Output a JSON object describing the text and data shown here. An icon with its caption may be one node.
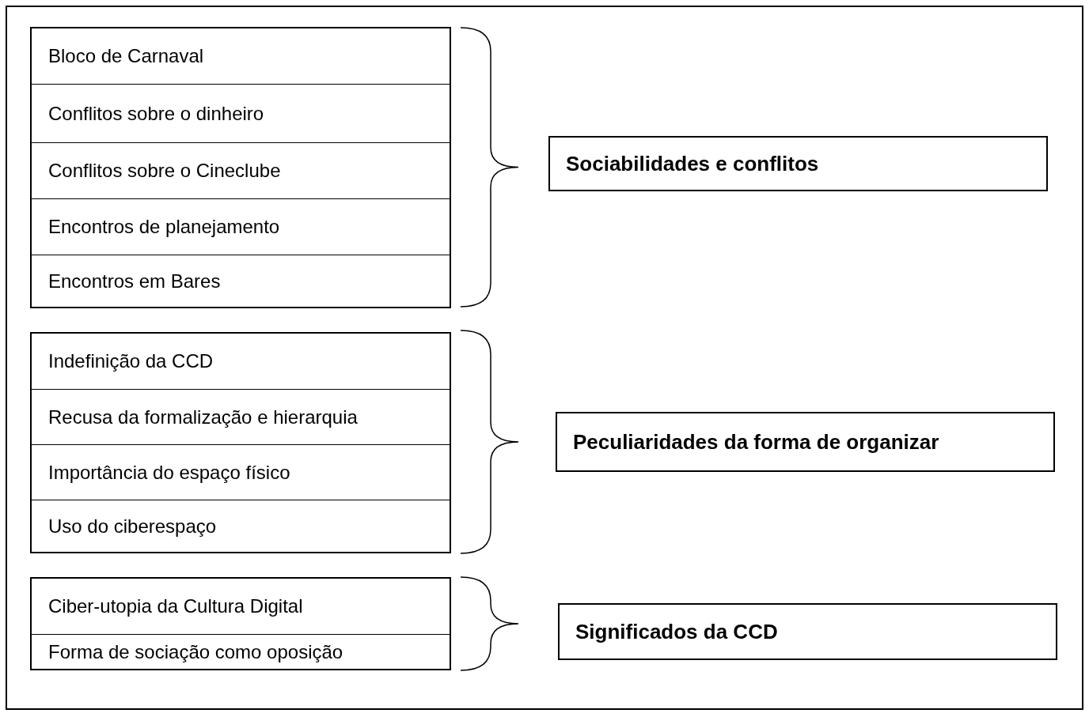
{
  "diagram": {
    "nodes": [
      {
        "text": [],
        "shape": "box"
      },
      {
        "text": [
          "Bloco de Carnaval"
        ],
        "in": 0
      },
      {
        "text": [
          "Conflitos sobre o dinheiro"
        ],
        "in": 0
      },
      {
        "text": [
          "Conflitos sobre o Cineclube"
        ],
        "in": 0
      },
      {
        "text": [
          "Encontros de planejamento"
        ],
        "in": 0
      },
      {
        "text": [
          "Encontros em Bares"
        ],
        "in": 0
      },
      {
        "text": [
          "Sociabilidades e conflitos"
        ]
      },
      {
        "text": [],
        "shape": "box"
      },
      {
        "text": [
          "Indefinição da CCD"
        ],
        "in": 7
      },
      {
        "text": [
          "Recusa da formalização e hierarquia"
        ],
        "in": 7
      },
      {
        "text": [
          "Importância do espaço físico"
        ],
        "in": 7
      },
      {
        "text": [
          "Uso do ciberespaço"
        ],
        "in": 7
      },
      {
        "text": [
          "Peculiaridades da forma de organizar"
        ]
      },
      {
        "text": [],
        "shape": "box"
      },
      {
        "text": [
          "Ciber-utopia da Cultura Digital"
        ],
        "in": 13
      },
      {
        "text": [
          "Forma de sociação como oposição"
        ],
        "in": 13
      },
      {
        "text": [
          "Significados da CCD"
        ]
      }
    ]
  }
}
